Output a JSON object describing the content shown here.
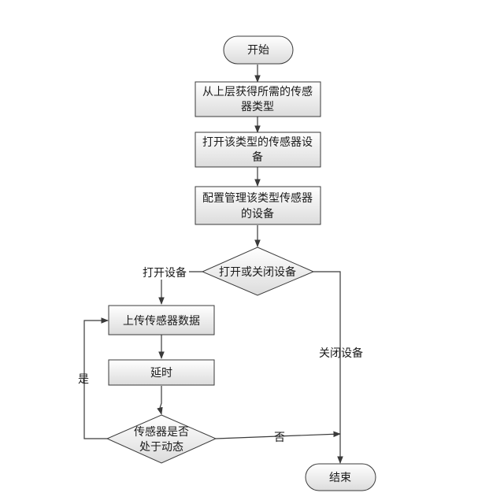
{
  "nodes": {
    "start": "开始",
    "get_types": [
      "从上层获得所需的传感",
      "器类型"
    ],
    "open_device": [
      "打开该类型的传感器设",
      "备"
    ],
    "config_device": [
      "配置管理该类型传感器",
      "的设备"
    ],
    "decision_open_close": "打开或关闭设备",
    "upload": "上传传感器数据",
    "delay": "延时",
    "decision_dynamic": [
      "传感器是否",
      "处于动态"
    ],
    "end": "结束"
  },
  "edges": {
    "open_label": "打开设备",
    "close_label": "关闭设备",
    "yes_label": "是",
    "no_label": "否"
  },
  "colors": {
    "stroke": "#3a3a3a",
    "fill_top": "#ffffff",
    "fill_bottom": "#dcdcdc",
    "text": "#1a1a1a"
  }
}
